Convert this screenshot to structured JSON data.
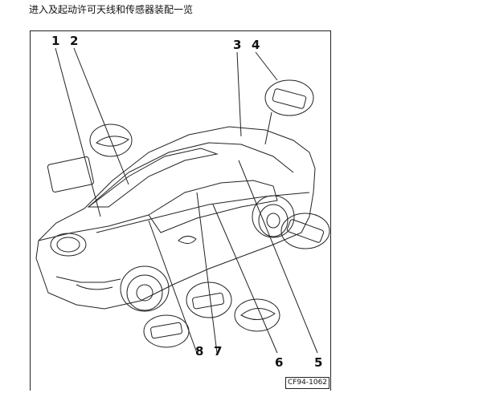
{
  "page": {
    "title": "进入及起动许可天线和传感器装配一览"
  },
  "diagram": {
    "labels": [
      "1",
      "2",
      "3",
      "4",
      "5",
      "6",
      "7",
      "8"
    ],
    "figure_code": "CF94-1062"
  }
}
